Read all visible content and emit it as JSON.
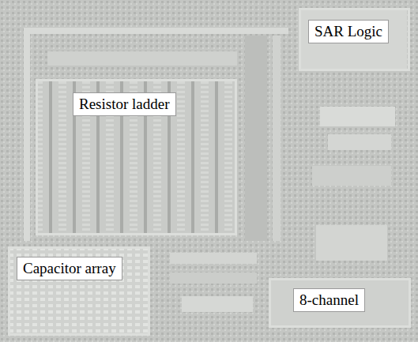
{
  "diagram": {
    "nodes": [
      {
        "text": [
          "SAR Logic"
        ]
      },
      {
        "text": [
          "Resistor ladder"
        ]
      },
      {
        "text": [
          "Capacitor array"
        ]
      },
      {
        "text": [
          "8-channel"
        ]
      }
    ]
  }
}
